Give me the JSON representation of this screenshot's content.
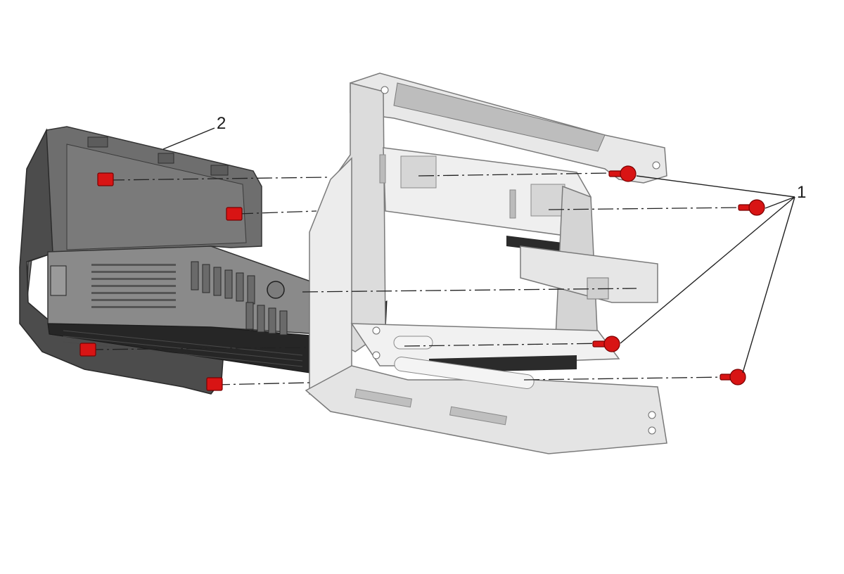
{
  "diagram": {
    "callouts": [
      {
        "id": "1",
        "label": "1"
      },
      {
        "id": "2",
        "label": "2"
      }
    ],
    "colors": {
      "radio_body": "#6b6b6b",
      "radio_dark": "#3f3f3f",
      "bracket": "#e6e6e6",
      "bracket_shade": "#c9c9c9",
      "fastener": "#d81414",
      "leader": "#222222"
    },
    "icons": {
      "fastener": "red-bolt-icon",
      "radio": "radio-receiver-icon",
      "bracket": "mounting-bracket-icon"
    }
  }
}
